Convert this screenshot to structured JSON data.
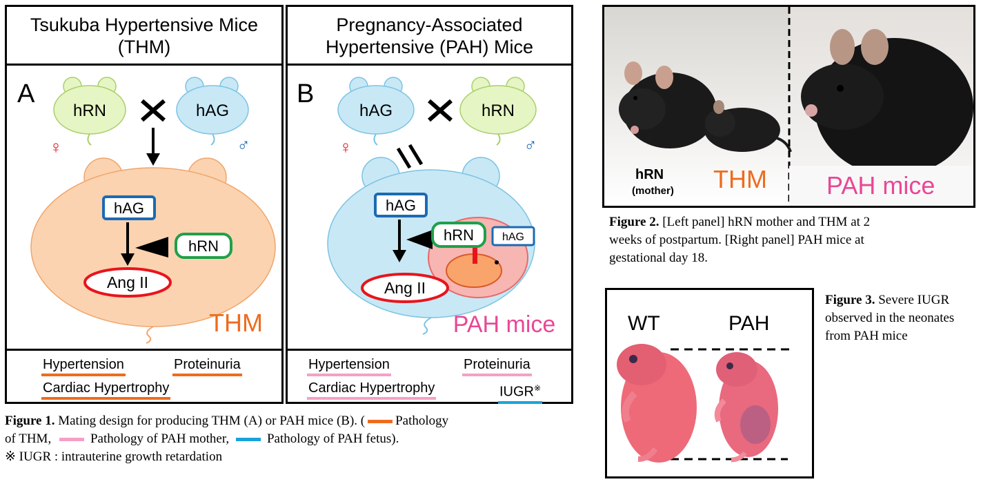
{
  "panel_thm": {
    "title_line1": "Tsukuba Hypertensive Mice",
    "title_line2": "(THM)",
    "letter": "A",
    "female_parent": "hRN",
    "male_parent": "hAG",
    "offspring_label": "THM",
    "hAG": "hAG",
    "hRN": "hRN",
    "ang": "Ang II",
    "pathology": [
      "Hypertension",
      "Proteinuria",
      "Cardiac Hypertrophy"
    ]
  },
  "panel_pah": {
    "title_line1": "Pregnancy-Associated",
    "title_line2": "Hypertensive (PAH) Mice",
    "letter": "B",
    "female_parent": "hAG",
    "male_parent": "hRN",
    "offspring_label": "PAH mice",
    "hAG": "hAG",
    "hRN": "hRN",
    "hAG_small": "hAG",
    "ang": "Ang II",
    "pathology": [
      "Hypertension",
      "Proteinuria",
      "Cardiac Hypertrophy",
      "IUGR"
    ],
    "iugr_mark": "※"
  },
  "symbols": {
    "female": "♀",
    "male": "♂",
    "cross": "✕"
  },
  "figure1": {
    "label": "Figure 1.",
    "text1": " Mating design for producing THM (A) or PAH mice (B). (",
    "text2": "Pathology",
    "line2a": "of THM,",
    "line2b": "Pathology of PAH mother,",
    "line2c": "Pathology  of PAH fetus).",
    "line3": "※ IUGR : intrauterine growth retardation"
  },
  "figure2": {
    "photo_labels": {
      "hrn": "hRN",
      "mother": "(mother)",
      "thm": "THM",
      "pah": "PAH mice"
    },
    "label": "Figure 2.",
    "line1": " [Left panel] hRN mother and THM at 2",
    "line2": "weeks of postpartum. [Right panel] PAH mice at",
    "line3": "gestational day 18."
  },
  "figure3": {
    "photo_labels": {
      "wt": "WT",
      "pah": "PAH"
    },
    "label": "Figure 3.",
    "line1": " Severe IUGR",
    "line2": "observed in the neonates",
    "line3": "from PAH mice"
  },
  "colors": {
    "thm_orange": "#ed6c1e",
    "pah_pink": "#f4a0c6",
    "fetus_blue": "#1aa3d9",
    "green_mouse": "#e6f5c4",
    "blue_mouse": "#c8e8f5",
    "peach_mouse": "#fbd3b0",
    "female_red": "#e8141c",
    "male_blue": "#1b6ab3"
  }
}
